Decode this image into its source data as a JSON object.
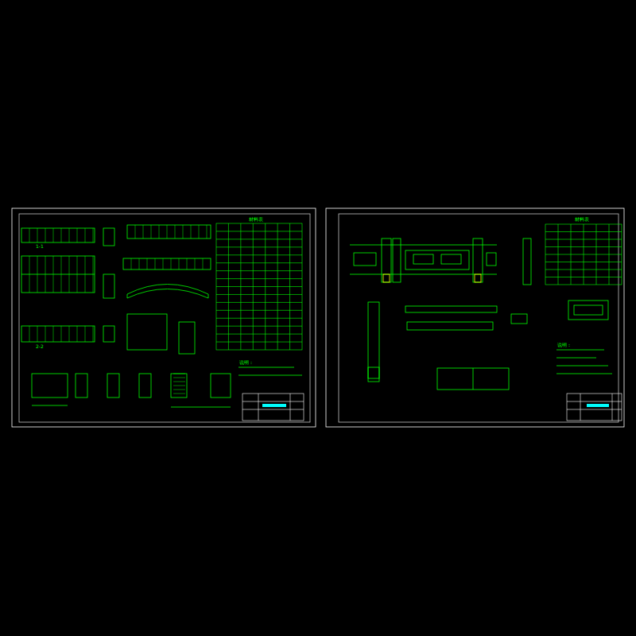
{
  "diagram": {
    "labels": [
      "材料表",
      "说明：",
      "1-1",
      "2-2",
      "材料表",
      "说明："
    ]
  }
}
